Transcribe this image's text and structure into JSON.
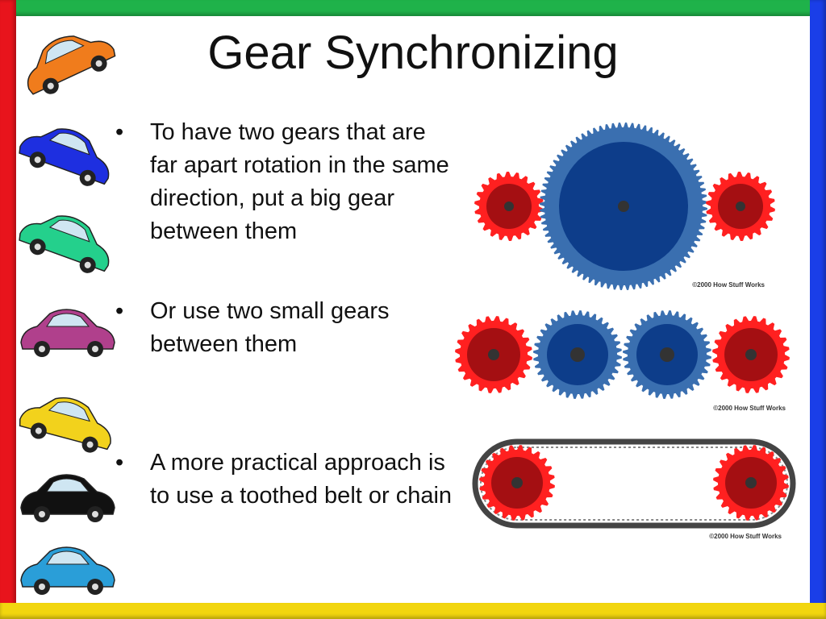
{
  "slide": {
    "title": "Gear Synchronizing",
    "bullets": [
      {
        "marker": "•",
        "text": "To have two gears that are far apart rotation in the same direction, put a big gear between them"
      },
      {
        "marker": "•",
        "text": "Or use two small gears between them"
      },
      {
        "marker": "•",
        "text": "A more practical approach is to use a toothed belt or chain"
      }
    ],
    "credits": [
      "©2000 How Stuff Works",
      "©2000 How Stuff Works",
      "©2000 How Stuff Works"
    ]
  },
  "colors": {
    "border_top": "#1fb24a",
    "border_left": "#e8141c",
    "border_right": "#1a3ee8",
    "border_bottom": "#f2d60f",
    "gear_red": "#ff2020",
    "gear_red_inner": "#a40f12",
    "gear_blue": "#3a6fb0",
    "gear_blue_inner": "#0d3d8a"
  },
  "decor": {
    "car_colors": [
      "#f07c1c",
      "#1e2fe0",
      "#24d08c",
      "#b0408c",
      "#f2d21c",
      "#111111",
      "#2a9ed8"
    ]
  }
}
